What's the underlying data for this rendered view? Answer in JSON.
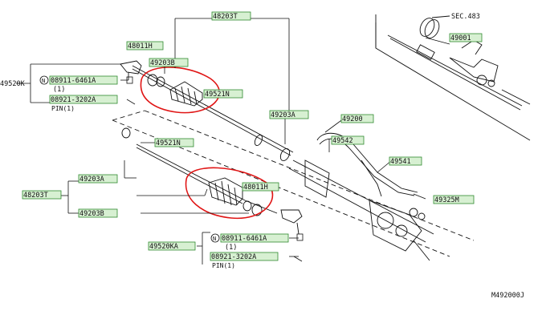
{
  "diagram": {
    "sec_ref": "SEC.483",
    "figure_id": "M492000J",
    "labels": {
      "p48203T_top": "48203T",
      "p48011H_top": "48011H",
      "p49203B_top": "49203B",
      "p49521N_top": "49521N",
      "p49203A_right": "49203A",
      "p49200": "49200",
      "p49542": "49542",
      "p49541": "49541",
      "p49325M": "49325M",
      "p49001": "49001",
      "p49520K": "49520K",
      "p08911_top": "08911-6461A",
      "qty_top": "(1)",
      "p08921_top": "08921-3202A",
      "pin_top": "PIN(1)",
      "p49521N_mid": "49521N",
      "p49203A_left": "49203A",
      "p48203T_left": "48203T",
      "p49203B_left": "49203B",
      "p48011H_mid": "48011H",
      "p49520KA": "49520KA",
      "p08911_bot": "08911-6461A",
      "qty_bot": "(1)",
      "p08921_bot": "08921-3202A",
      "pin_bot": "PIN(1)"
    },
    "colors": {
      "highlight": "#e01515",
      "line": "#111111",
      "label_fill": "#d7f0d2"
    }
  }
}
